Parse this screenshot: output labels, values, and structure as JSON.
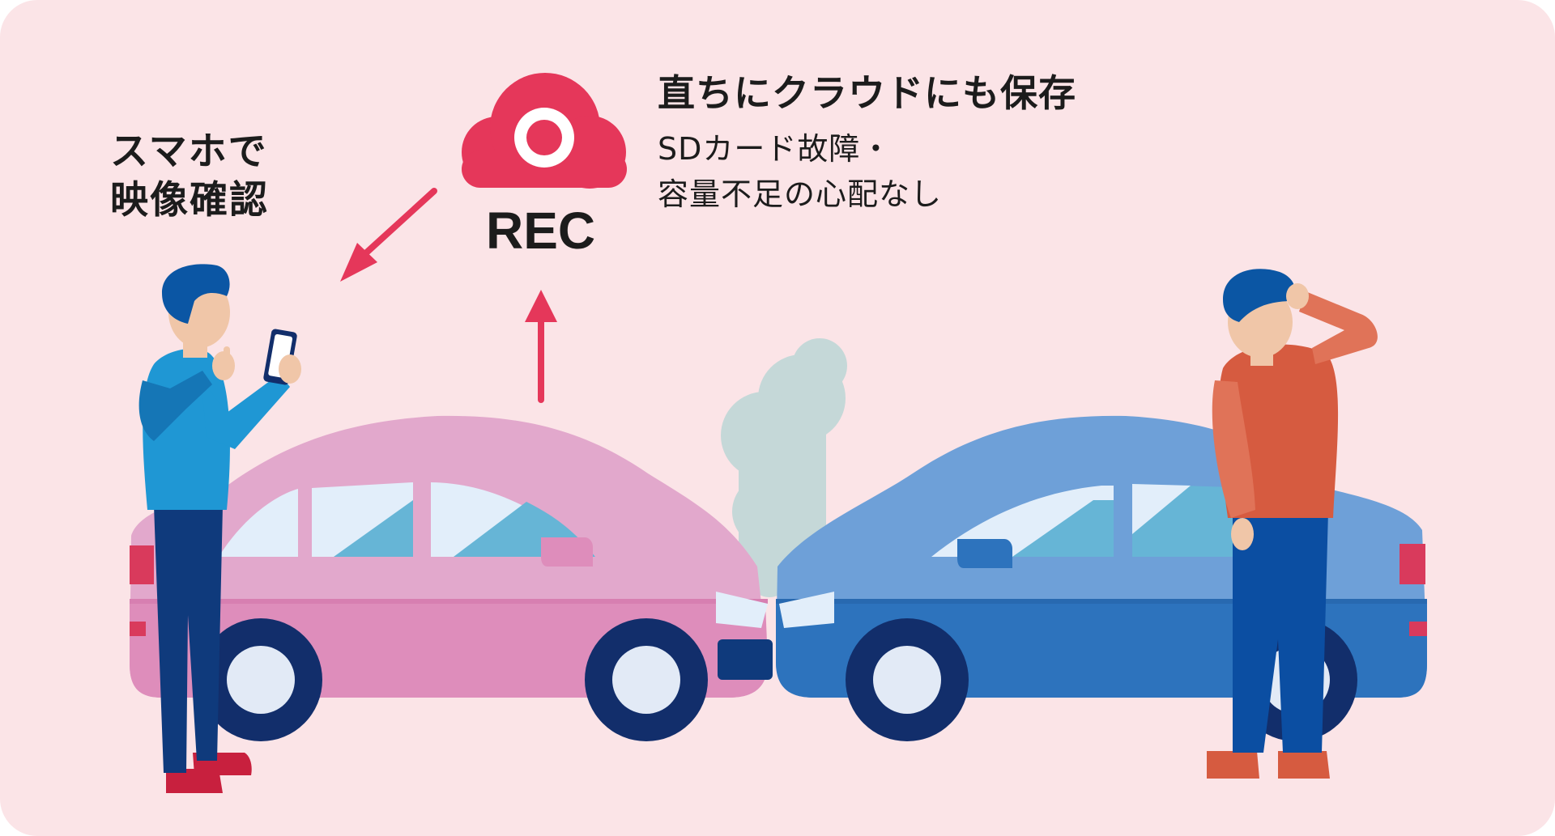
{
  "phone_caption": {
    "line1": "スマホで",
    "line2": "映像確認"
  },
  "rec": {
    "label": "REC",
    "icon": "cloud-record-icon"
  },
  "cloud_info": {
    "headline": "直ちにクラウドにも保存",
    "sub_line1": "SDカード故障・",
    "sub_line2": "容量不足の心配なし"
  },
  "colors": {
    "background": "#fbe4e7",
    "accent": "#e5375a",
    "pink_car": "#df8dbb",
    "blue_car": "#2d73bd",
    "smoke": "#c5d8d8",
    "man_left_shirt": "#1f97d4",
    "man_right_shirt": "#d65b40"
  },
  "icons": {
    "phone": "smartphone-icon",
    "arrow_to_phone": "arrow-down-left-icon",
    "arrow_to_cloud": "arrow-up-icon"
  }
}
